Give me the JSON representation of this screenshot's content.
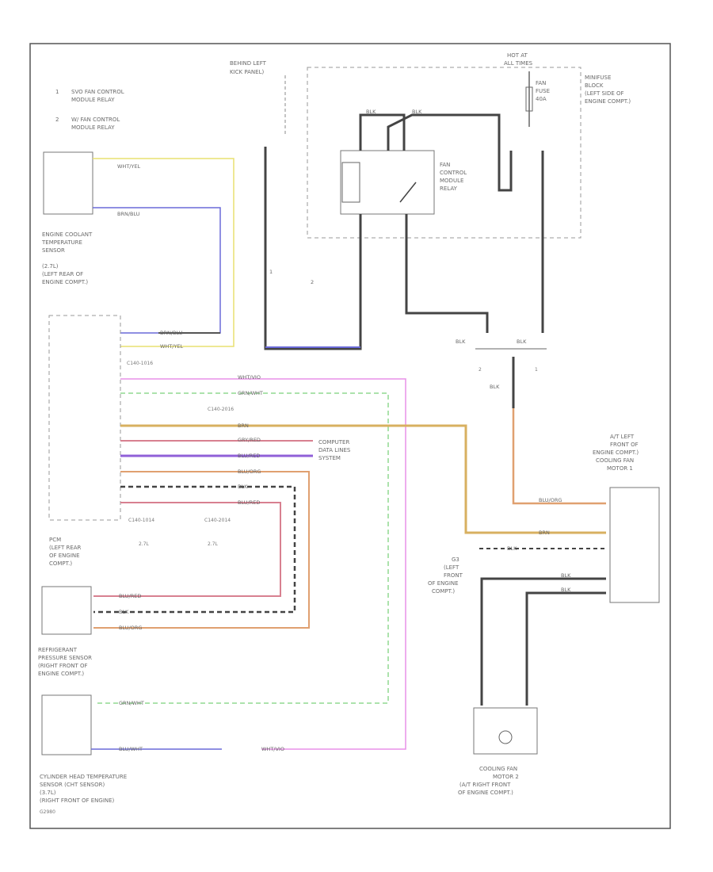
{
  "legend": {
    "item1_num": "1",
    "item1_text": [
      "SVO FAN CONTROL",
      "MODULE RELAY"
    ],
    "item2_num": "2",
    "item2_text": [
      "W/ FAN CONTROL",
      "MODULE RELAY"
    ]
  },
  "labels": {
    "behind_left_kick": [
      "BEHIND LEFT",
      "KICK PANEL)"
    ],
    "hot_at": [
      "HOT AT",
      "ALL TIMES"
    ],
    "minifuse": [
      "MINIFUSE",
      "BLOCK",
      "(LEFT SIDE OF",
      "ENGINE COMPT.)"
    ],
    "fan_fuse": [
      "FAN",
      "FUSE",
      "40A"
    ],
    "fan_relay": [
      "FAN",
      "CONTROL",
      "MODULE",
      "RELAY"
    ],
    "ect_sensor": [
      "ENGINE COOLANT",
      "TEMPERATURE",
      "SENSOR",
      "(2.7L)",
      "(LEFT REAR OF",
      "ENGINE COMPT.)"
    ],
    "pcm": [
      "PCM",
      "(LEFT REAR",
      "OF ENGINE",
      "COMPT.)"
    ],
    "computer_data": [
      "COMPUTER",
      "DATA LINES",
      "SYSTEM"
    ],
    "refrig": [
      "REFRIGERANT",
      "PRESSURE SENSOR",
      "(RIGHT FRONT OF",
      "ENGINE COMPT.)"
    ],
    "cht": [
      "CYLINDER HEAD TEMPERATURE",
      "SENSOR (CHT SENSOR)",
      "(3.7L)",
      "(RIGHT FRONT OF ENGINE)"
    ],
    "fan_motor1": [
      "A/T LEFT",
      "FRONT OF",
      "ENGINE COMPT.)",
      "COOLING FAN",
      "MOTOR 1"
    ],
    "g_left": [
      "G3",
      "(LEFT",
      "FRONT",
      "OF ENGINE",
      "COMPT.)"
    ],
    "fan_motor2": [
      "COOLING FAN",
      "MOTOR 2",
      "(A/T RIGHT FRONT",
      "OF ENGINE COMPT.)"
    ],
    "c140_1": "C140-1016",
    "c140_2": "C140-2016",
    "c140_1a": "C140-1014",
    "c140_2a": "C140-2014",
    "l27a": "2.7L",
    "l27b": "2.7L",
    "conn_1": "1",
    "conn_2": "2",
    "blk_join": "BLK",
    "blk_top_l": "BLK",
    "blk_top_r": "BLK",
    "wire_num_1": "1",
    "wire_num_2": "2",
    "bottom_text": "G2980"
  },
  "wires": {
    "wht_yel_a": "WHT/YEL",
    "brn_blu_a": "BRN/BLU",
    "brn_blu_b": "BRN/BLU",
    "wht_yel_b": "WHT/YEL",
    "wht_vio": "WHT/VIO",
    "grn_wht": "GRN/WHT",
    "brn": "BRN",
    "gry_red": "GRY/RED",
    "blu_red": "BLU/RED",
    "blu_org": "BLU/ORG",
    "blk": "BLK",
    "blu_red_b": "BLU/RED",
    "blu_red_c": "BLU/RED",
    "blk_b": "BLK",
    "blu_org_b": "BLU/ORG",
    "grn_wht_b": "GRN/WHT",
    "blu_wht": "BLU/WHT",
    "wht_vio_b": "WHT/VIO",
    "blu_org_m": "BLU/ORG",
    "brn_m": "BRN",
    "blk_m": "BLK",
    "blk_top1": "BLK",
    "blk_top2": "BLK",
    "blk_m2": "BLK",
    "blk_m3": "BLK"
  },
  "colors": {
    "yellow": "#e8e070",
    "blue": "#6a6ad8",
    "pink": "#e890e8",
    "green": "#90d890",
    "orange": "#d8b060",
    "red": "#d88090",
    "purple": "#9060d8",
    "tan": "#e0a070",
    "dark": "#444444"
  }
}
